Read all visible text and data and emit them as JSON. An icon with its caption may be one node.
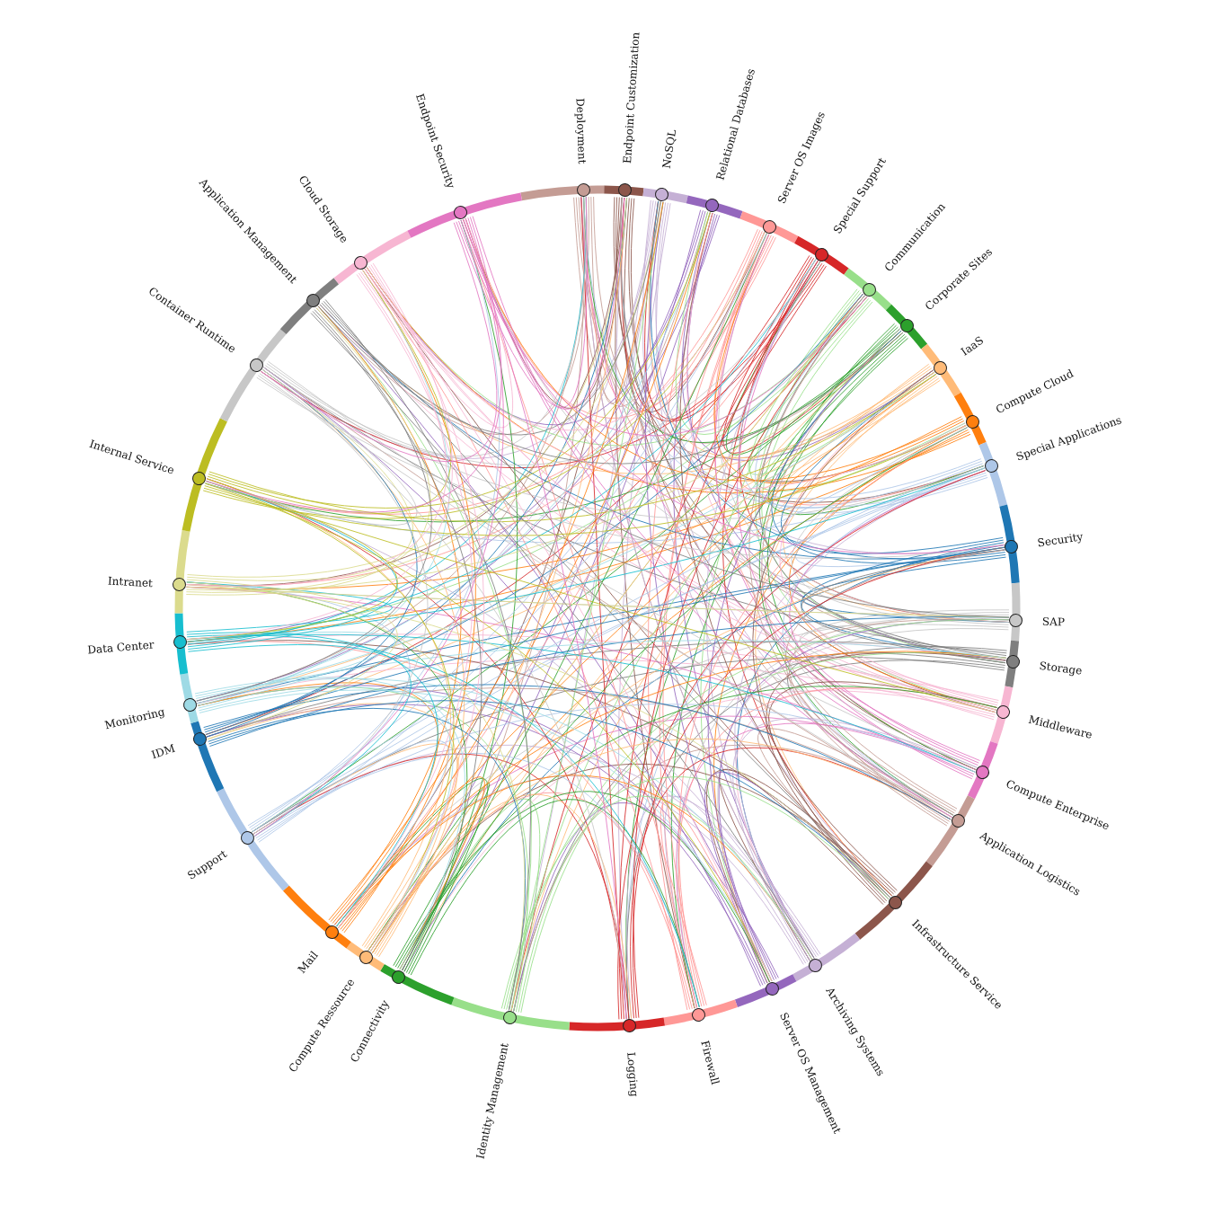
{
  "diagram": {
    "nodes": [
      {
        "text": [
          "Deployment"
        ]
      },
      {
        "text": [
          "Endpoint Customization"
        ]
      },
      {
        "text": [
          "NoSQL"
        ]
      },
      {
        "text": [
          "Relational Databases"
        ]
      },
      {
        "text": [
          "Server OS Images"
        ]
      },
      {
        "text": [
          "Special Support"
        ]
      },
      {
        "text": [
          "Communication"
        ]
      },
      {
        "text": [
          "Corporate Sites"
        ]
      },
      {
        "text": [
          "IaaS"
        ]
      },
      {
        "text": [
          "Compute Cloud"
        ]
      },
      {
        "text": [
          "Special Applications"
        ]
      },
      {
        "text": [
          "Security"
        ]
      },
      {
        "text": [
          "SAP"
        ]
      },
      {
        "text": [
          "Storage"
        ]
      },
      {
        "text": [
          "Middleware"
        ]
      },
      {
        "text": [
          "Compute Enterprise"
        ]
      },
      {
        "text": [
          "Application Logistics"
        ]
      },
      {
        "text": [
          "Infrastructure Service"
        ]
      },
      {
        "text": [
          "Archiving Systems"
        ]
      },
      {
        "text": [
          "Server OS Management"
        ]
      },
      {
        "text": [
          "Firewall"
        ]
      },
      {
        "text": [
          "Logging"
        ]
      },
      {
        "text": [
          "Identity Management"
        ]
      },
      {
        "text": [
          "Connectivity"
        ]
      },
      {
        "text": [
          "Compute Ressource"
        ]
      },
      {
        "text": [
          "Mail"
        ]
      },
      {
        "text": [
          "Support"
        ]
      },
      {
        "text": [
          "IDM"
        ]
      },
      {
        "text": [
          "Monitoring"
        ]
      },
      {
        "text": [
          "Data Center"
        ]
      },
      {
        "text": [
          "Intranet"
        ]
      },
      {
        "text": [
          "Internal Service"
        ]
      },
      {
        "text": [
          "Container Runtime"
        ]
      },
      {
        "text": [
          "Application Management"
        ]
      },
      {
        "text": [
          "Cloud Storage"
        ]
      },
      {
        "text": [
          "Endpoint Security"
        ]
      }
    ]
  }
}
